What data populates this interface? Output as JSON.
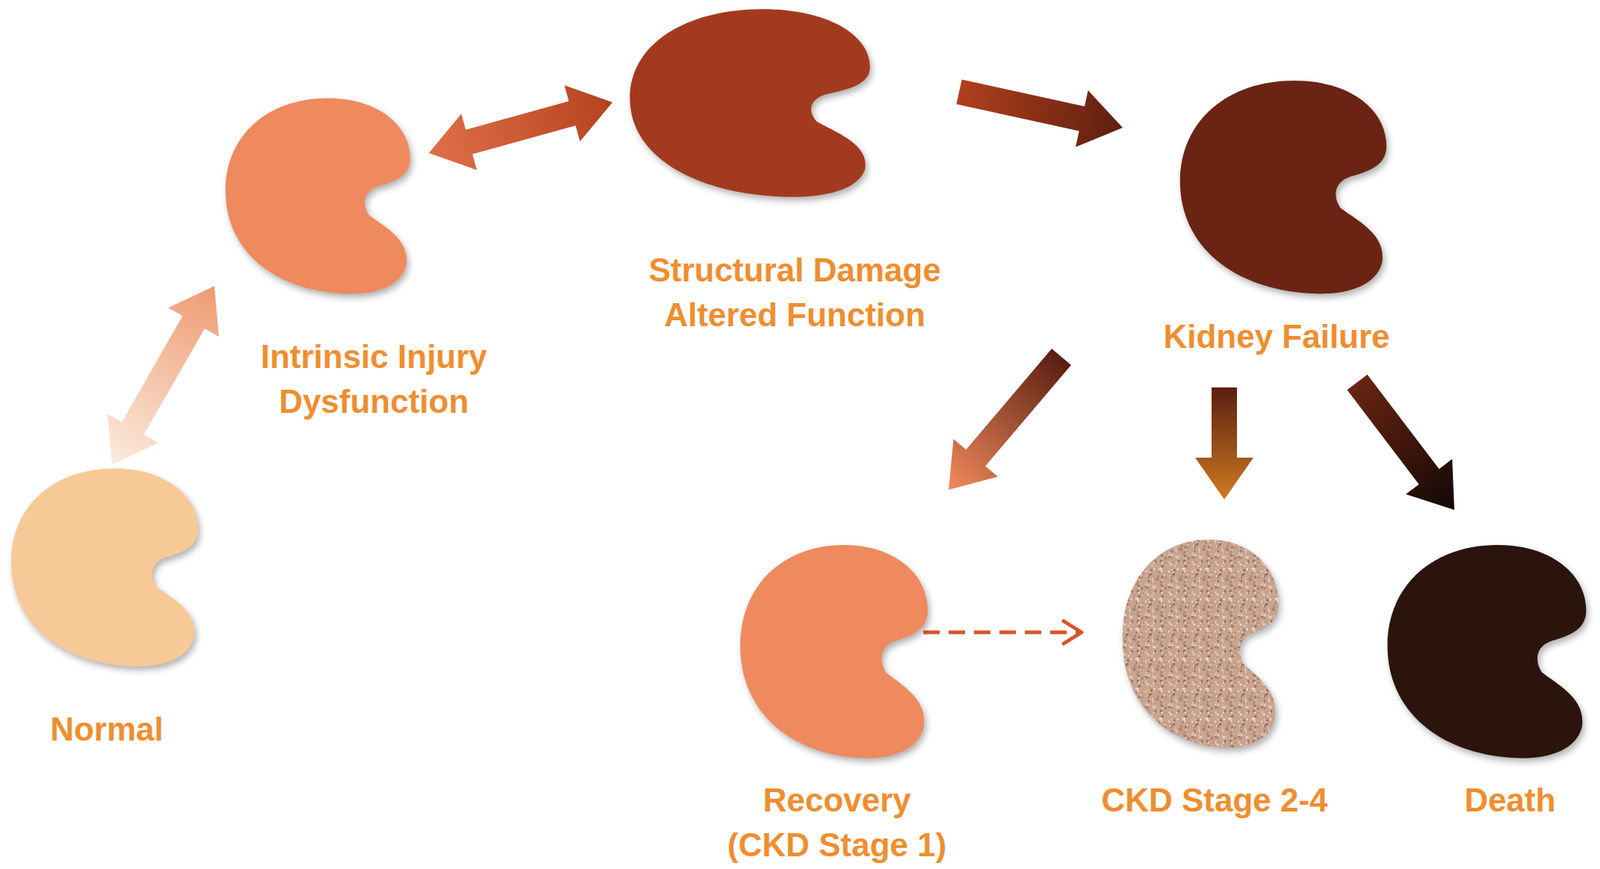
{
  "diagram": {
    "nodes": [
      {
        "text": [
          "Normal"
        ]
      },
      {
        "text": [
          "Intrinsic Injury Dysfunction"
        ]
      },
      {
        "text": [
          "Structural Damage Altered Function"
        ]
      },
      {
        "text": [
          "Kidney Failure"
        ]
      },
      {
        "text": [
          "Recovery (CKD Stage 1)"
        ]
      },
      {
        "text": [
          "CKD Stage 2-4"
        ]
      },
      {
        "text": [
          "Death"
        ]
      }
    ],
    "edges": [
      {
        "from": 0,
        "to": 1,
        "arrow": "both"
      },
      {
        "from": 1,
        "to": 2,
        "arrow": "both"
      },
      {
        "from": 2,
        "to": 3,
        "arrow": "to"
      },
      {
        "from": 3,
        "to": 4,
        "arrow": "to"
      },
      {
        "from": 3,
        "to": 5,
        "arrow": "to"
      },
      {
        "from": 3,
        "to": 6,
        "arrow": "to"
      },
      {
        "from": 4,
        "to": 5,
        "arrow": "to"
      }
    ]
  }
}
